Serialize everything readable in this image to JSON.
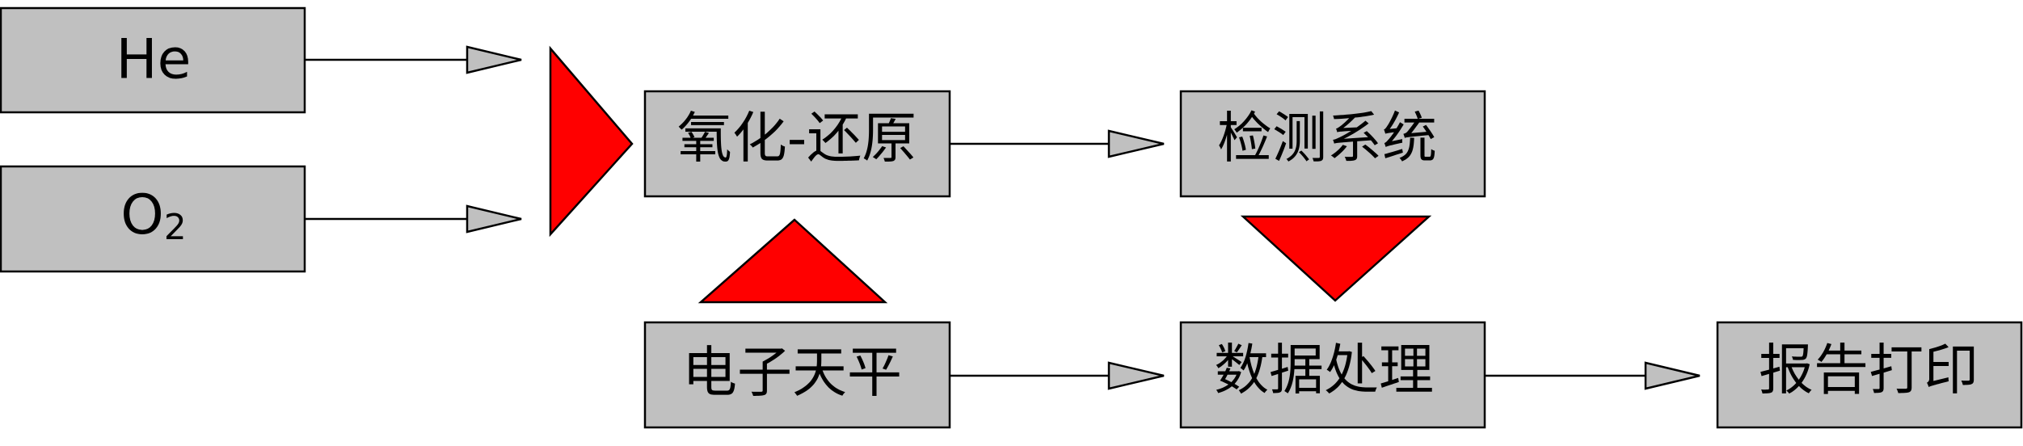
{
  "nodes": {
    "he": "He",
    "o2_main": "O",
    "o2_sub": "2",
    "oxidation_reduction": "氧化-还原",
    "detection": "检测系统",
    "balance": "电子天平",
    "data_processing": "数据处理",
    "report_print": "报告打印"
  },
  "colors": {
    "box_fill": "#c0c0c0",
    "box_stroke": "#000000",
    "wedge_fill": "#ff0000",
    "arrow_head_fill": "#c0c0c0"
  }
}
